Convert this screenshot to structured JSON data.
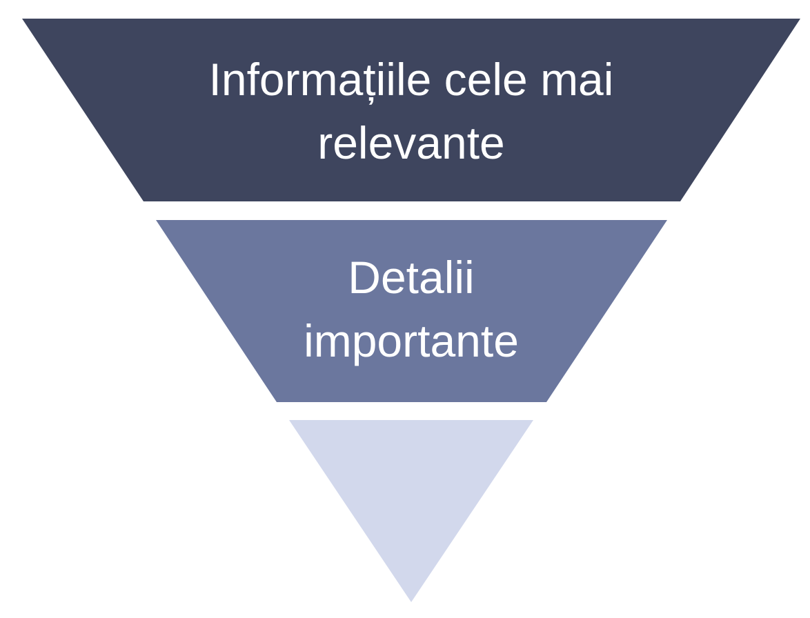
{
  "pyramid": {
    "tiers": [
      {
        "lines": [
          "Informațiile cele mai",
          "relevante"
        ],
        "color": "#3e455e"
      },
      {
        "lines": [
          "Detalii",
          "importante"
        ],
        "color": "#6b779e"
      },
      {
        "lines": [],
        "color": "#d2d8ec"
      }
    ]
  }
}
